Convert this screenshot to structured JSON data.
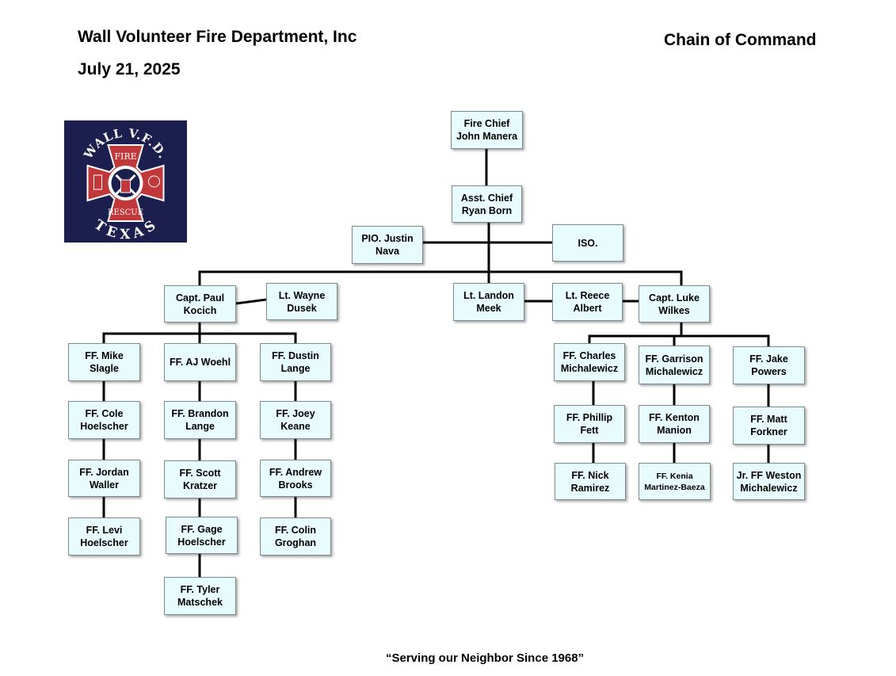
{
  "header": {
    "org_name": "Wall Volunteer Fire Department, Inc",
    "date": "July 21, 2025",
    "title": "Chain of Command"
  },
  "footer": {
    "motto": "“Serving our Neighbor Since 1968”"
  },
  "logo": {
    "top_text": "WALL V.F.D.",
    "bottom_text": "TEXAS",
    "center_top": "FIRE",
    "center_bottom": "RESCUE",
    "colors": {
      "background": "#1c1f4e",
      "cross": "#c0383a",
      "text": "#ffffff"
    }
  },
  "colors": {
    "box_fill": "#e8fbfd",
    "box_border": "#7a8a8e",
    "line": "#000000"
  },
  "roster": {
    "fire_chief": "Fire Chief\nJohn Manera",
    "asst_chief": "Asst. Chief\nRyan Born",
    "pio": "PIO. Justin\nNava",
    "iso": "ISO.",
    "capt_paul": "Capt. Paul\nKocich",
    "lt_wayne": "Lt. Wayne\nDusek",
    "lt_landon": "Lt. Landon\nMeek",
    "lt_reece": "Lt. Reece\nAlbert",
    "capt_luke": "Capt. Luke\nWilkes",
    "ff_mike": "FF. Mike\nSlagle",
    "ff_cole": "FF. Cole\nHoelscher",
    "ff_jordan": "FF. Jordan\nWaller",
    "ff_levi": "FF. Levi\nHoelscher",
    "ff_aj": "FF. AJ Woehl",
    "ff_brandon": "FF. Brandon\nLange",
    "ff_scott": "FF. Scott\nKratzer",
    "ff_gage": "FF. Gage\nHoelscher",
    "ff_tyler": "FF. Tyler\nMatschek",
    "ff_dustin": "FF. Dustin\nLange",
    "ff_joey": "FF. Joey\nKeane",
    "ff_andrew": "FF. Andrew\nBrooks",
    "ff_colin": "FF. Colin\nGroghan",
    "ff_charles": "FF. Charles\nMichalewicz",
    "ff_phillip": "FF. Phillip\nFett",
    "ff_nick": "FF. Nick\nRamirez",
    "ff_garrison": "FF. Garrison\nMichalewicz",
    "ff_kenton": "FF. Kenton\nManion",
    "ff_kenia": "FF. Kenia\nMartinez-Baeza",
    "ff_jake": "FF. Jake\nPowers",
    "ff_matt": "FF. Matt\nForkner",
    "jr_weston": "Jr. FF Weston\nMichalewicz"
  }
}
